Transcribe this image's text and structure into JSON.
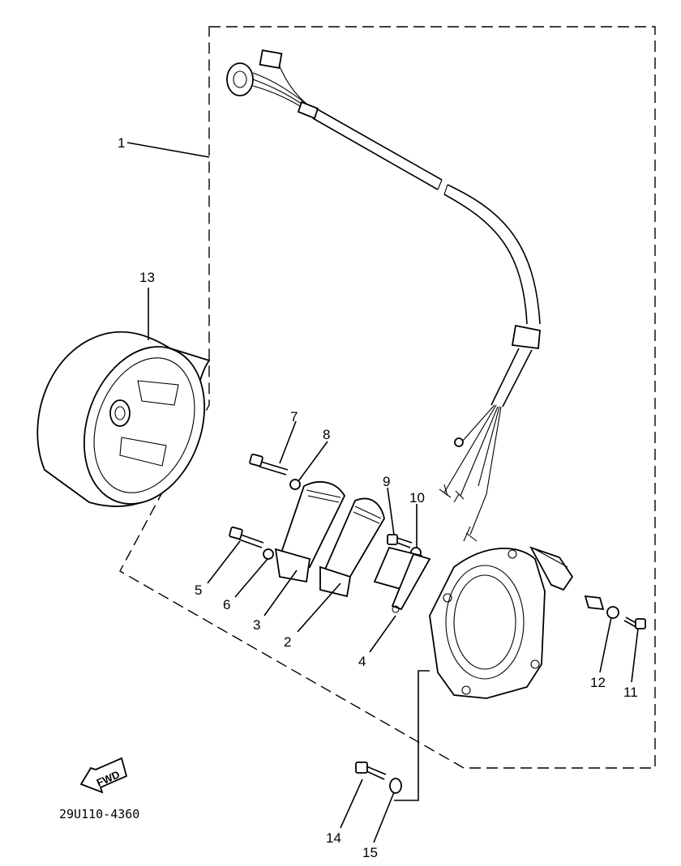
{
  "callouts": {
    "c1": "1",
    "c2": "2",
    "c3": "3",
    "c4": "4",
    "c5": "5",
    "c6": "6",
    "c7": "7",
    "c8": "8",
    "c9": "9",
    "c10": "10",
    "c11": "11",
    "c12": "12",
    "c13": "13",
    "c14": "14",
    "c15": "15"
  },
  "fwd_label": "FWD",
  "part_code": "29U110-4360"
}
